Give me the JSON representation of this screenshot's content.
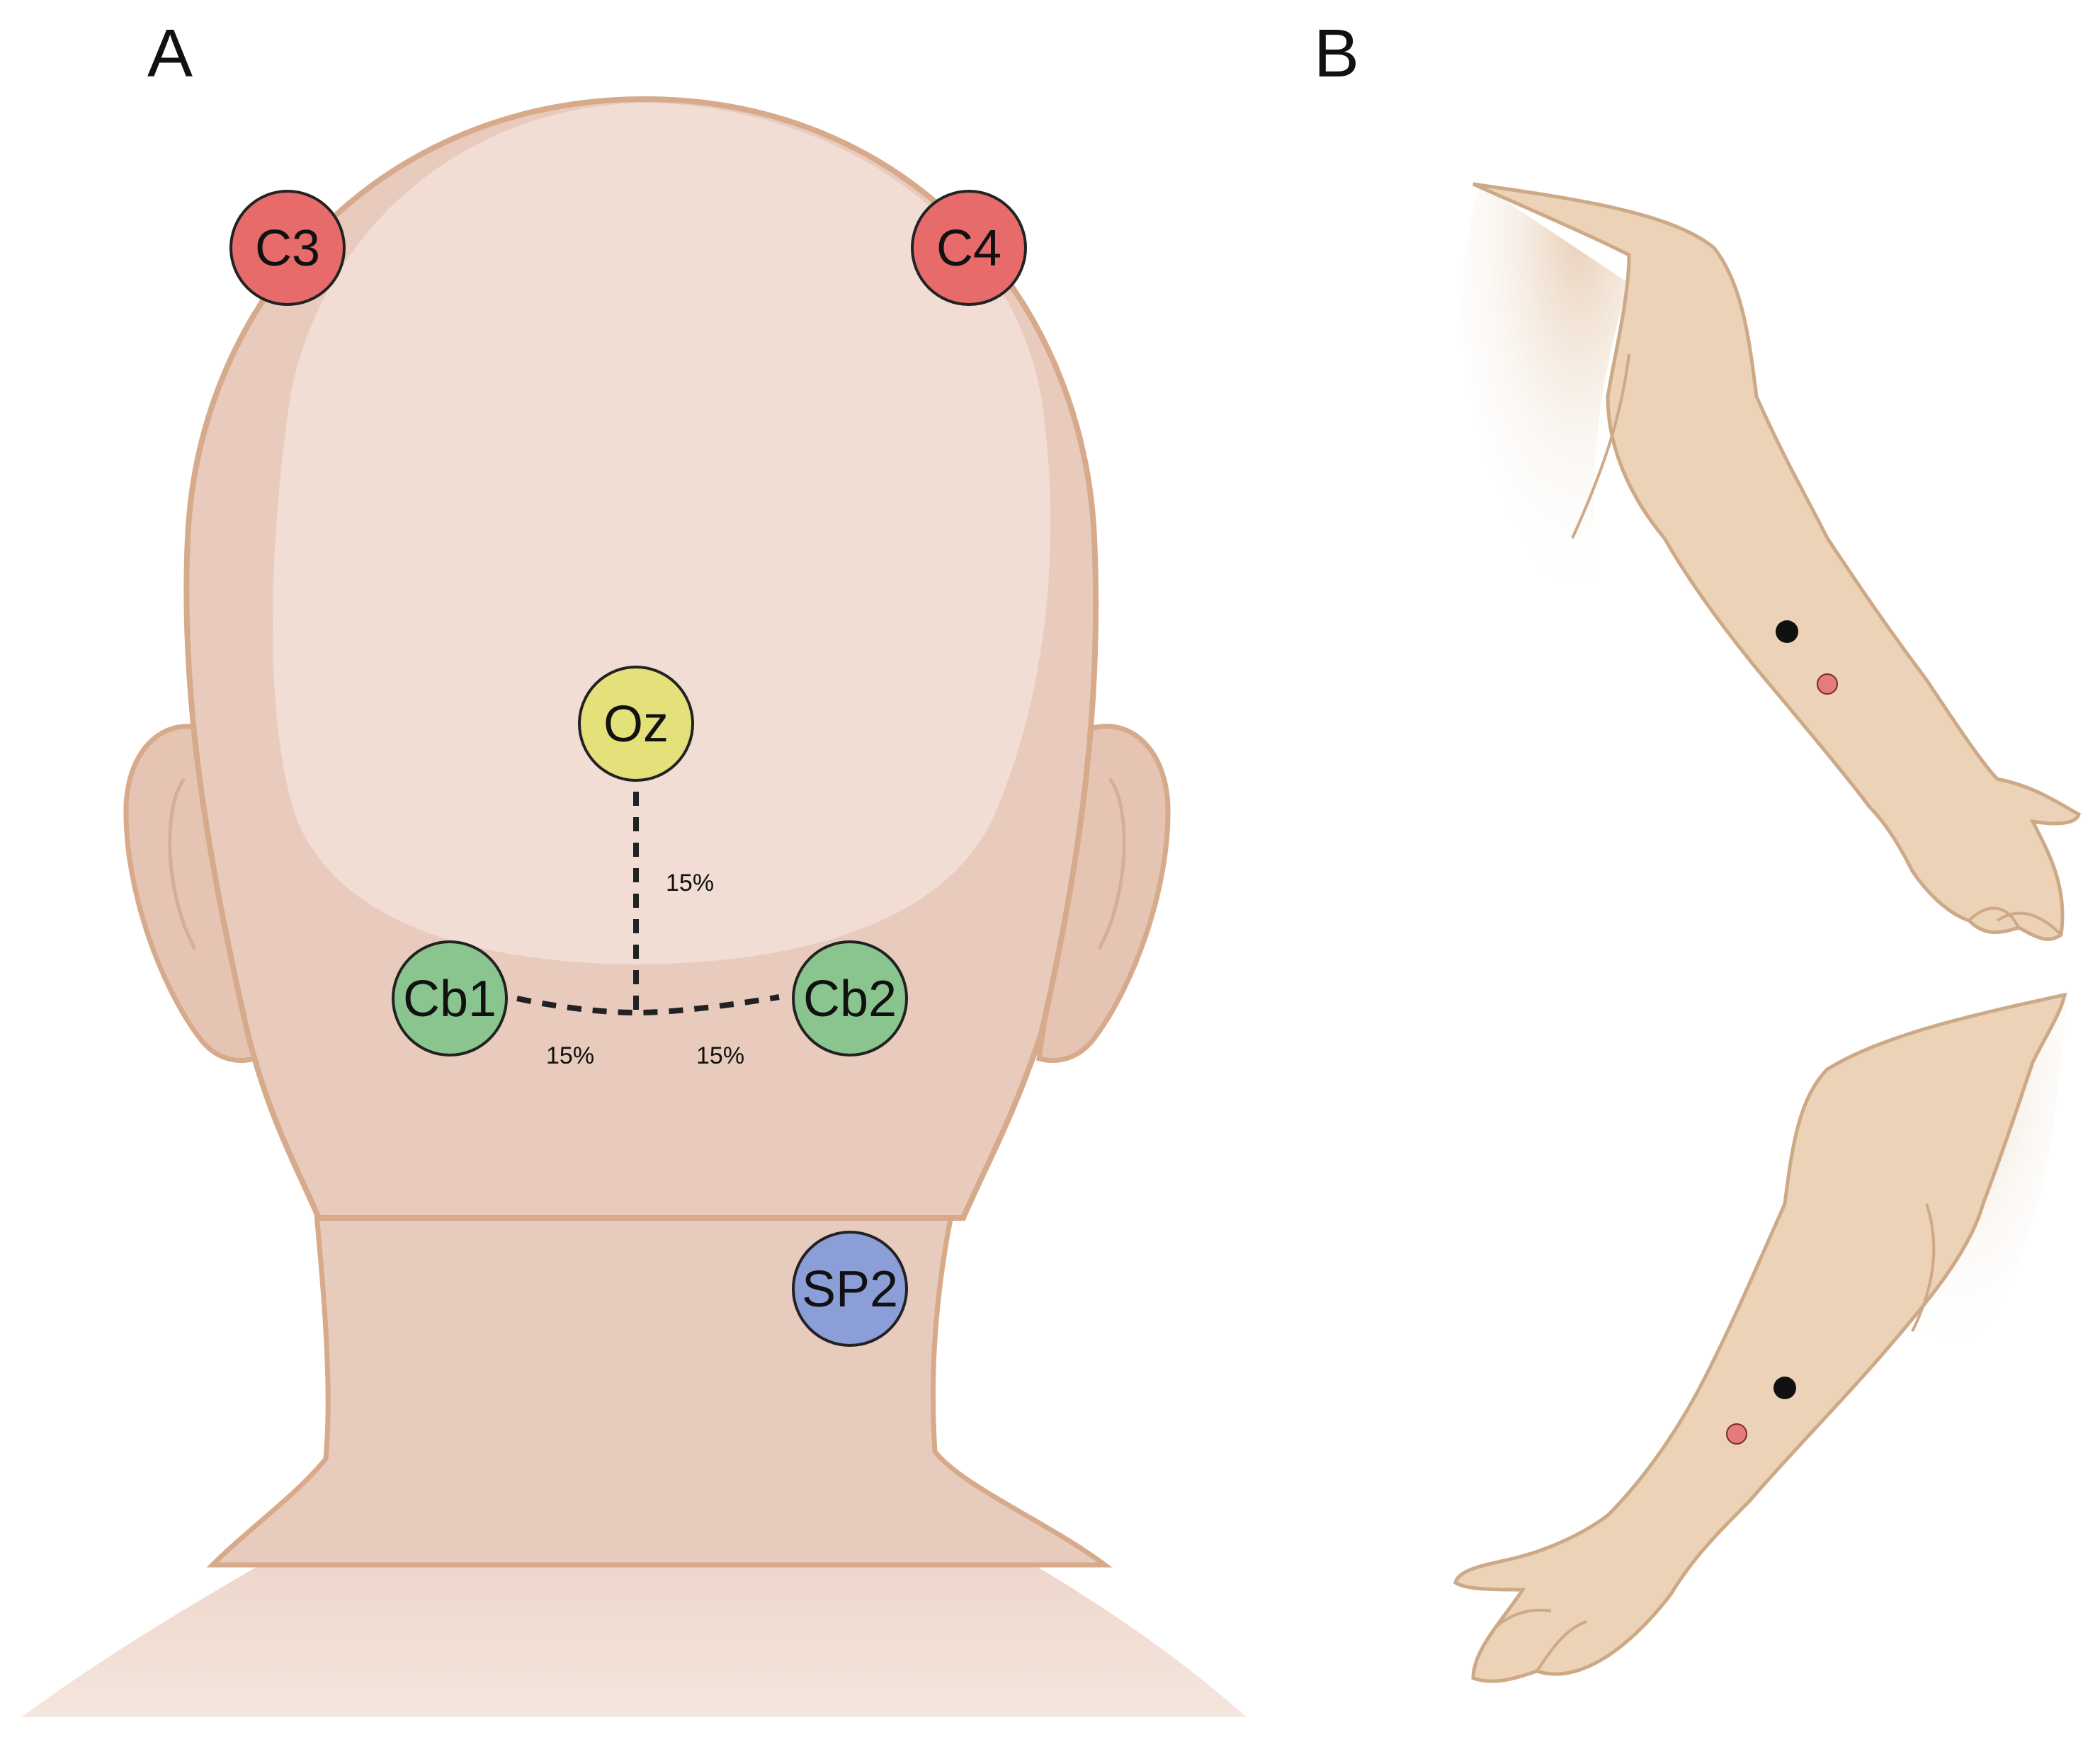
{
  "panels": {
    "a": {
      "letter": "A"
    },
    "b": {
      "letter": "B"
    }
  },
  "electrodes": {
    "c3": {
      "label": "C3",
      "color": "#e86b6b"
    },
    "c4": {
      "label": "C4",
      "color": "#e86b6b"
    },
    "oz": {
      "label": "Oz",
      "color": "#e4e07a"
    },
    "cb1": {
      "label": "Cb1",
      "color": "#8ac48e"
    },
    "cb2": {
      "label": "Cb2",
      "color": "#8ac48e"
    },
    "sp2": {
      "label": "SP2",
      "color": "#8c9ed8"
    }
  },
  "distances": {
    "oz_to_inion": "15%",
    "inion_to_cb1": "15%",
    "inion_to_cb2": "15%"
  },
  "arm_markers": {
    "black": "#111111",
    "red": "#e57c7c"
  },
  "colors": {
    "skin": "#e9cfc1",
    "skin_light": "#f1ddd3",
    "skin_outline": "#d7aa8c",
    "arm_skin": "#ecd2b6",
    "arm_outline": "#cda987"
  }
}
